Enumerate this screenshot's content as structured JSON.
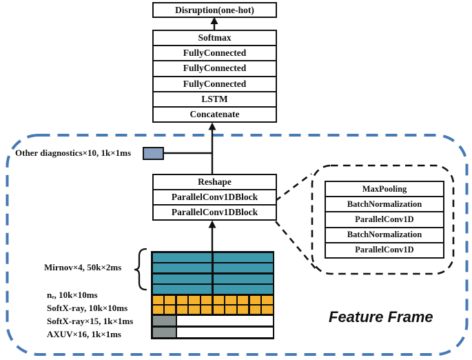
{
  "diagram": {
    "output_label": "Disruption(one-hot)",
    "classifier_stack": [
      "Softmax",
      "FullyConnected",
      "FullyConnected",
      "FullyConnected",
      "LSTM",
      "Concatenate"
    ],
    "feature_frame": {
      "title": "Feature Frame",
      "other_diagnostics_label": "Other diagnostics×10, 1k×1ms",
      "conv_stack": [
        "Reshape",
        "ParallelConv1DBlock",
        "ParallelConv1DBlock"
      ],
      "block_detail": [
        "MaxPooling",
        "BatchNormalization",
        "ParallelConv1D",
        "BatchNormalization",
        "ParallelConv1D"
      ],
      "signal_labels": [
        "Mirnov×4, 50k×2ms",
        "nₑ, 10k×10ms",
        "SoftX-ray, 10k×10ms",
        "SoftX-ray×15, 1k×1ms",
        "AXUV×16, 1k×1ms"
      ]
    },
    "colors": {
      "mirnov-teal": "#3f99ac",
      "softx-yellow": "#f5b22c",
      "axuv-gray": "#8b9493",
      "otherdiag-blue": "#8ba1c1",
      "frame-dash-blue": "#4779b5"
    }
  }
}
